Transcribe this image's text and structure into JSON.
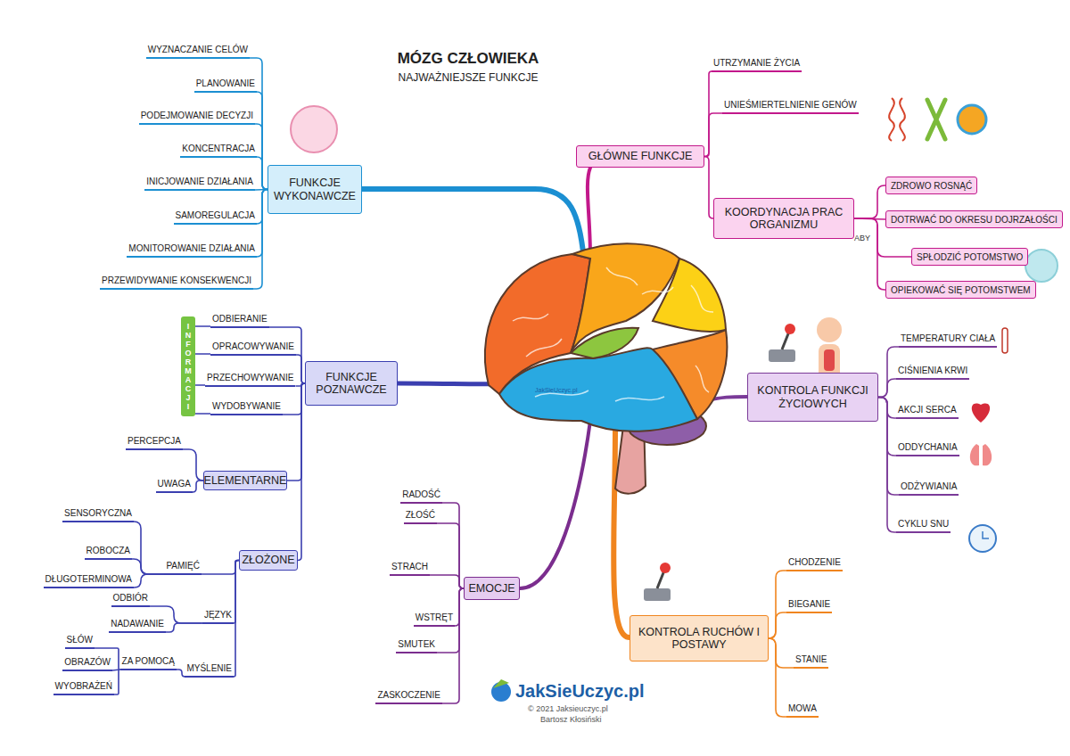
{
  "diagram": {
    "title": "MÓZG CZŁOWIEKA",
    "nodes": [
      {
        "text": [
          "FUNKCJE WYKONAWCZE"
        ]
      },
      {
        "text": [
          "WYZNACZANIE CELÓW"
        ]
      },
      {
        "text": [
          "PLANOWANIE"
        ]
      },
      {
        "text": [
          "PODEJMOWANIE DECYZJI"
        ]
      },
      {
        "text": [
          "KONCENTRACJA"
        ]
      },
      {
        "text": [
          "INICJOWANIE DZIAŁANIA"
        ]
      },
      {
        "text": [
          "SAMOREGULACJA"
        ]
      },
      {
        "text": [
          "MONITOROWANIE DZIAŁANIA"
        ]
      },
      {
        "text": [
          "PRZEWIDYWANIE KONSEKWENCJI"
        ]
      },
      {
        "text": [
          "FUNKCJE POZNAWCZE"
        ]
      },
      {
        "text": [
          "INFORMACJI"
        ]
      },
      {
        "text": [
          "ODBIERANIE"
        ]
      },
      {
        "text": [
          "OPRACOWYWANIE"
        ]
      },
      {
        "text": [
          "PRZECHOWYWANIE"
        ]
      },
      {
        "text": [
          "WYDOBYWANIE"
        ]
      },
      {
        "text": [
          "ELEMENTARNE"
        ]
      },
      {
        "text": [
          "PERCEPCJA"
        ]
      },
      {
        "text": [
          "UWAGA"
        ]
      },
      {
        "text": [
          "ZŁOŻONE"
        ]
      },
      {
        "text": [
          "PAMIĘĆ"
        ]
      },
      {
        "text": [
          "SENSORYCZNA"
        ]
      },
      {
        "text": [
          "ROBOCZA"
        ]
      },
      {
        "text": [
          "DŁUGOTERMINOWA"
        ]
      },
      {
        "text": [
          "JĘZYK"
        ]
      },
      {
        "text": [
          "ODBIÓR"
        ]
      },
      {
        "text": [
          "NADAWANIE"
        ]
      },
      {
        "text": [
          "MYŚLENIE"
        ]
      },
      {
        "text": [
          "ZA POMOCĄ"
        ]
      },
      {
        "text": [
          "SŁÓW"
        ]
      },
      {
        "text": [
          "OBRAZÓW"
        ]
      },
      {
        "text": [
          "WYOBRAŻEŃ"
        ]
      },
      {
        "text": [
          "EMOCJE"
        ]
      },
      {
        "text": [
          "RADOŚĆ"
        ]
      },
      {
        "text": [
          "ZŁOŚĆ"
        ]
      },
      {
        "text": [
          "STRACH"
        ]
      },
      {
        "text": [
          "WSTRĘT"
        ]
      },
      {
        "text": [
          "SMUTEK"
        ]
      },
      {
        "text": [
          "ZASKOCZENIE"
        ]
      },
      {
        "text": [
          "GŁÓWNE FUNKCJE"
        ]
      },
      {
        "text": [
          "UTRZYMANIE ŻYCIA"
        ]
      },
      {
        "text": [
          "UNIEŚMIERTELNIENIE GENÓW"
        ]
      },
      {
        "text": [
          "KOORDYNACJA PRAC ORGANIZMU"
        ]
      },
      {
        "text": [
          "ZDROWO ROSNĄĆ"
        ]
      },
      {
        "text": [
          "DOTRWAĆ DO OKRESU DOJRZAŁOŚCI"
        ]
      },
      {
        "text": [
          "SPŁODZIĆ POTOMSTWO"
        ]
      },
      {
        "text": [
          "OPIEKOWAĆ SIĘ POTOMSTWEM"
        ]
      },
      {
        "text": [
          "KONTROLA FUNKCJI ŻYCIOWYCH"
        ]
      },
      {
        "text": [
          "TEMPERATURY CIAŁA"
        ]
      },
      {
        "text": [
          "CIŚNIENIA KRWI"
        ]
      },
      {
        "text": [
          "AKCJI SERCA"
        ]
      },
      {
        "text": [
          "ODDYCHANIA"
        ]
      },
      {
        "text": [
          "ODŻYWIANIA"
        ]
      },
      {
        "text": [
          "CYKLU SNU"
        ]
      },
      {
        "text": [
          "KONTROLA RUCHÓW I POSTAWY"
        ]
      },
      {
        "text": [
          "CHODZENIE"
        ]
      },
      {
        "text": [
          "BIEGANIE"
        ]
      },
      {
        "text": [
          "STANIE"
        ]
      },
      {
        "text": [
          "MOWA"
        ]
      }
    ],
    "edges": [
      {
        "from": 0,
        "to": 1,
        "arrow": "none"
      },
      {
        "from": 0,
        "to": 2,
        "arrow": "none"
      },
      {
        "from": 0,
        "to": 3,
        "arrow": "none"
      },
      {
        "from": 0,
        "to": 4,
        "arrow": "none"
      },
      {
        "from": 0,
        "to": 5,
        "arrow": "none"
      },
      {
        "from": 0,
        "to": 6,
        "arrow": "none"
      },
      {
        "from": 0,
        "to": 7,
        "arrow": "none"
      },
      {
        "from": 0,
        "to": 8,
        "arrow": "none"
      },
      {
        "from": 9,
        "to": 11,
        "arrow": "none"
      },
      {
        "from": 9,
        "to": 12,
        "arrow": "none"
      },
      {
        "from": 9,
        "to": 13,
        "arrow": "none"
      },
      {
        "from": 9,
        "to": 14,
        "arrow": "none"
      },
      {
        "from": 9,
        "to": 15,
        "arrow": "none"
      },
      {
        "from": 9,
        "to": 18,
        "arrow": "none"
      },
      {
        "from": 15,
        "to": 16,
        "arrow": "none"
      },
      {
        "from": 15,
        "to": 17,
        "arrow": "none"
      },
      {
        "from": 18,
        "to": 19,
        "arrow": "none"
      },
      {
        "from": 18,
        "to": 23,
        "arrow": "none"
      },
      {
        "from": 18,
        "to": 26,
        "arrow": "none"
      },
      {
        "from": 19,
        "to": 20,
        "arrow": "none"
      },
      {
        "from": 19,
        "to": 21,
        "arrow": "none"
      },
      {
        "from": 19,
        "to": 22,
        "arrow": "none"
      },
      {
        "from": 23,
        "to": 24,
        "arrow": "none"
      },
      {
        "from": 23,
        "to": 25,
        "arrow": "none"
      },
      {
        "from": 26,
        "to": 27,
        "arrow": "none"
      },
      {
        "from": 27,
        "to": 28,
        "arrow": "none"
      },
      {
        "from": 27,
        "to": 29,
        "arrow": "none"
      },
      {
        "from": 27,
        "to": 30,
        "arrow": "none"
      },
      {
        "from": 31,
        "to": 32,
        "arrow": "none"
      },
      {
        "from": 31,
        "to": 33,
        "arrow": "none"
      },
      {
        "from": 31,
        "to": 34,
        "arrow": "none"
      },
      {
        "from": 31,
        "to": 35,
        "arrow": "none"
      },
      {
        "from": 31,
        "to": 36,
        "arrow": "none"
      },
      {
        "from": 31,
        "to": 37,
        "arrow": "none"
      },
      {
        "from": 38,
        "to": 39,
        "arrow": "none"
      },
      {
        "from": 38,
        "to": 40,
        "arrow": "none"
      },
      {
        "from": 38,
        "to": 41,
        "arrow": "none"
      },
      {
        "from": 41,
        "to": 42,
        "arrow": "none"
      },
      {
        "from": 41,
        "to": 43,
        "arrow": "none"
      },
      {
        "from": 41,
        "to": 44,
        "arrow": "none"
      },
      {
        "from": 41,
        "to": 45,
        "arrow": "none"
      },
      {
        "from": 46,
        "to": 47,
        "arrow": "none"
      },
      {
        "from": 46,
        "to": 48,
        "arrow": "none"
      },
      {
        "from": 46,
        "to": 49,
        "arrow": "none"
      },
      {
        "from": 46,
        "to": 50,
        "arrow": "none"
      },
      {
        "from": 46,
        "to": 51,
        "arrow": "none"
      },
      {
        "from": 46,
        "to": 52,
        "arrow": "none"
      },
      {
        "from": 53,
        "to": 54,
        "arrow": "none"
      },
      {
        "from": 53,
        "to": 55,
        "arrow": "none"
      },
      {
        "from": 53,
        "to": 56,
        "arrow": "none"
      },
      {
        "from": 53,
        "to": 57,
        "arrow": "none"
      }
    ],
    "labels": [
      "NAJWAŻNIEJSZE FUNKCJE",
      "ABY",
      "JakSieUczyc.pl",
      "JakSieUczyc.pl",
      "© 2021 Jaksieuczyc.pl",
      "Bartosz Kłosiński"
    ]
  }
}
